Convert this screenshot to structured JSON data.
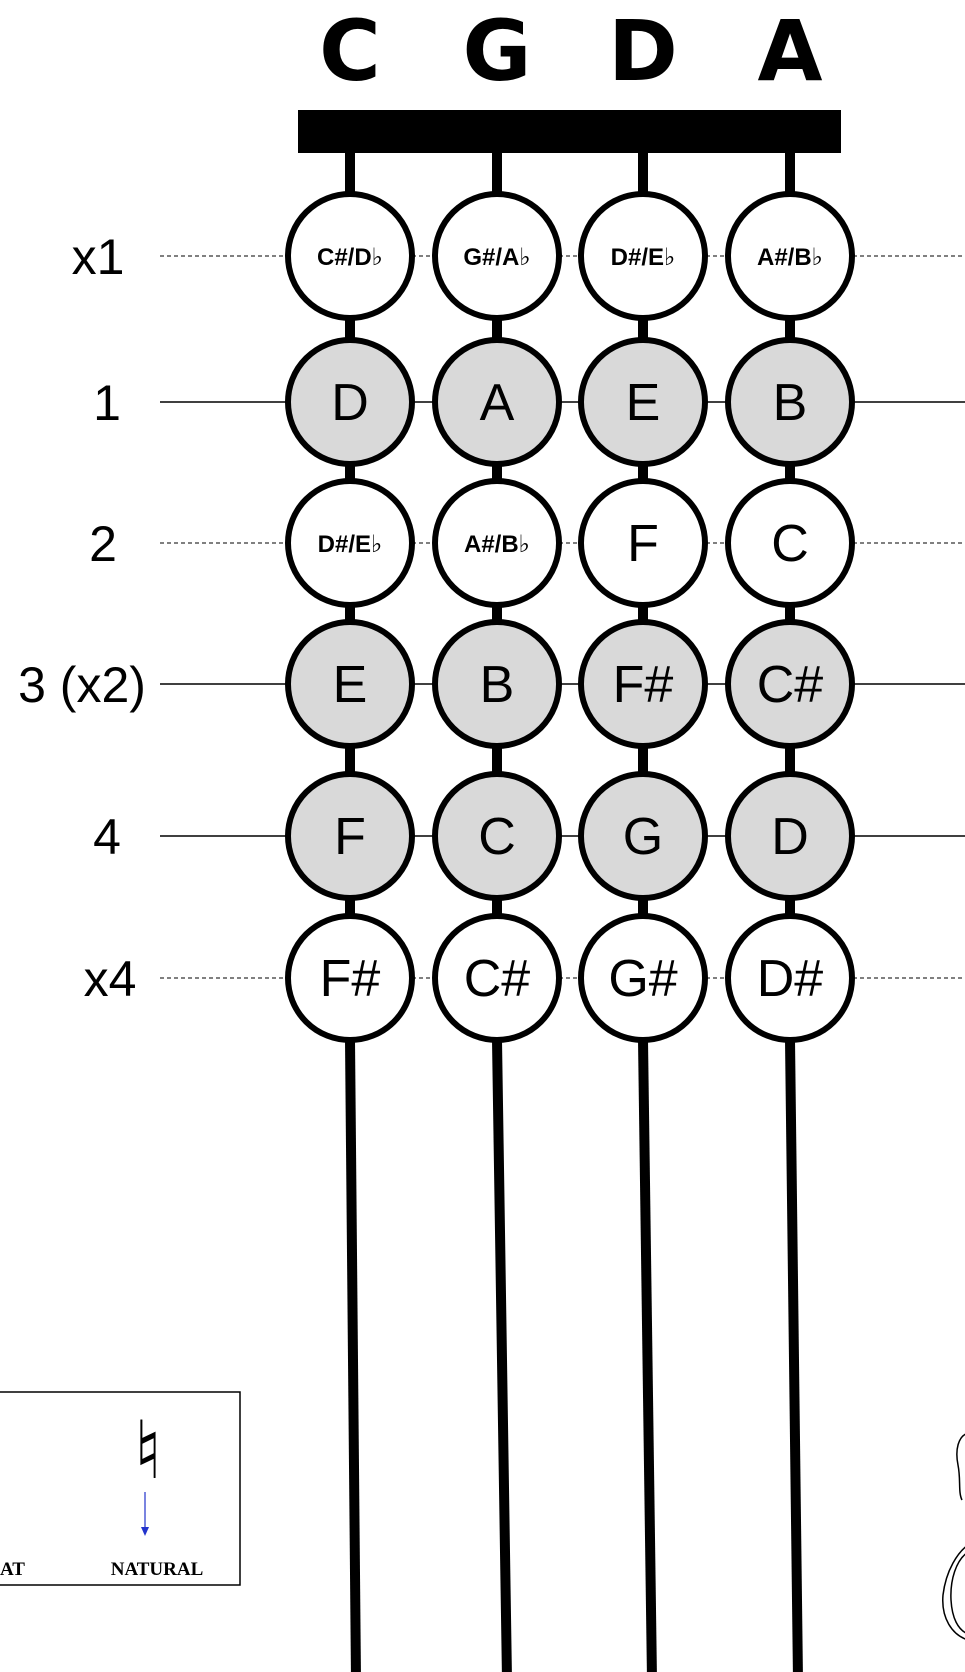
{
  "strings": [
    {
      "name": "C"
    },
    {
      "name": "G"
    },
    {
      "name": "D"
    },
    {
      "name": "A"
    }
  ],
  "rows": [
    {
      "finger": "x1",
      "line": "dashed",
      "filled": false,
      "small": true,
      "notes": [
        "C#/D♭",
        "G#/A♭",
        "D#/E♭",
        "A#/B♭"
      ]
    },
    {
      "finger": "1",
      "line": "solid",
      "filled": true,
      "small": false,
      "notes": [
        "D",
        "A",
        "E",
        "B"
      ]
    },
    {
      "finger": "2",
      "line": "dashed",
      "filled": false,
      "small": true,
      "notes": [
        "D#/E♭",
        "A#/B♭",
        "F",
        "C"
      ]
    },
    {
      "finger": "3 (x2)",
      "line": "solid",
      "filled": true,
      "small": false,
      "notes": [
        "E",
        "B",
        "F#",
        "C#"
      ]
    },
    {
      "finger": "4",
      "line": "solid",
      "filled": true,
      "small": false,
      "notes": [
        "F",
        "C",
        "G",
        "D"
      ]
    },
    {
      "finger": "x4",
      "line": "dashed",
      "filled": false,
      "small": false,
      "notes": [
        "F#",
        "C#",
        "G#",
        "D#"
      ]
    }
  ],
  "legend": {
    "items": [
      {
        "label": "AT",
        "symbol": ""
      },
      {
        "label": "NATURAL",
        "symbol": "♮"
      }
    ]
  },
  "colors": {
    "filled_note": "#d9d9d9",
    "empty_note": "#ffffff",
    "stroke": "#000000",
    "arrow": "#2233cc"
  }
}
